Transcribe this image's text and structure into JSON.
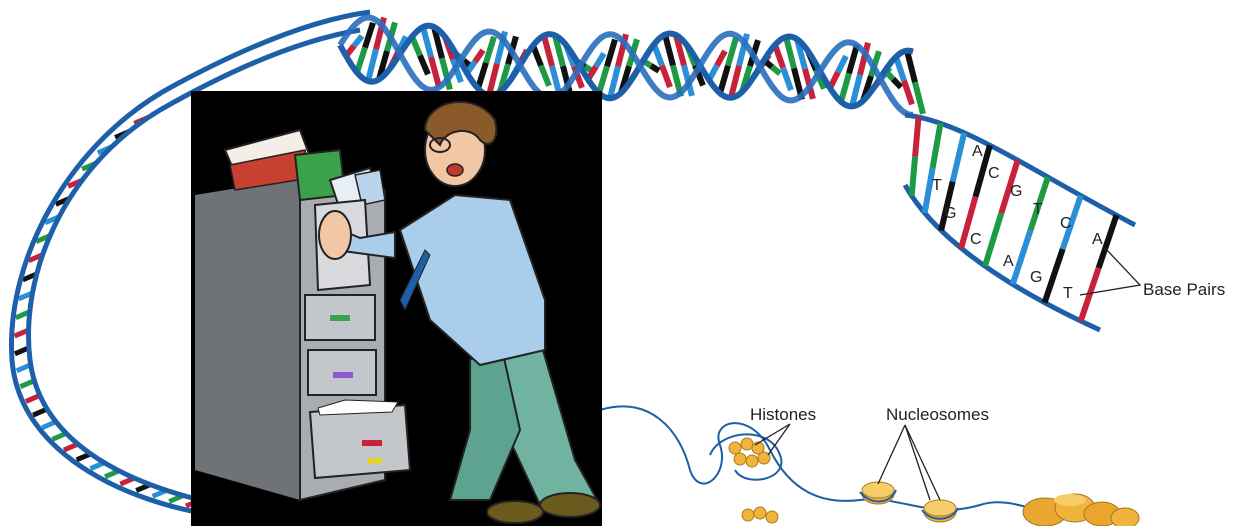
{
  "labels": {
    "base_pairs": "Base Pairs",
    "histones": "Histones",
    "nucleosomes": "Nucleosomes"
  },
  "base_letters_top": [
    "T",
    "A",
    "C",
    "G",
    "T",
    "C",
    "A"
  ],
  "base_letters_bottom": [
    "G",
    "C",
    "A",
    "G",
    "T"
  ],
  "colors": {
    "strand": "#1d5fa8",
    "strand_light": "#9ec3e6",
    "base_red": "#c8213a",
    "base_green": "#1e9a45",
    "base_blue": "#2a8fd6",
    "base_black": "#111111",
    "histone": "#f0b43c",
    "cabinet": "#8a8d91"
  }
}
